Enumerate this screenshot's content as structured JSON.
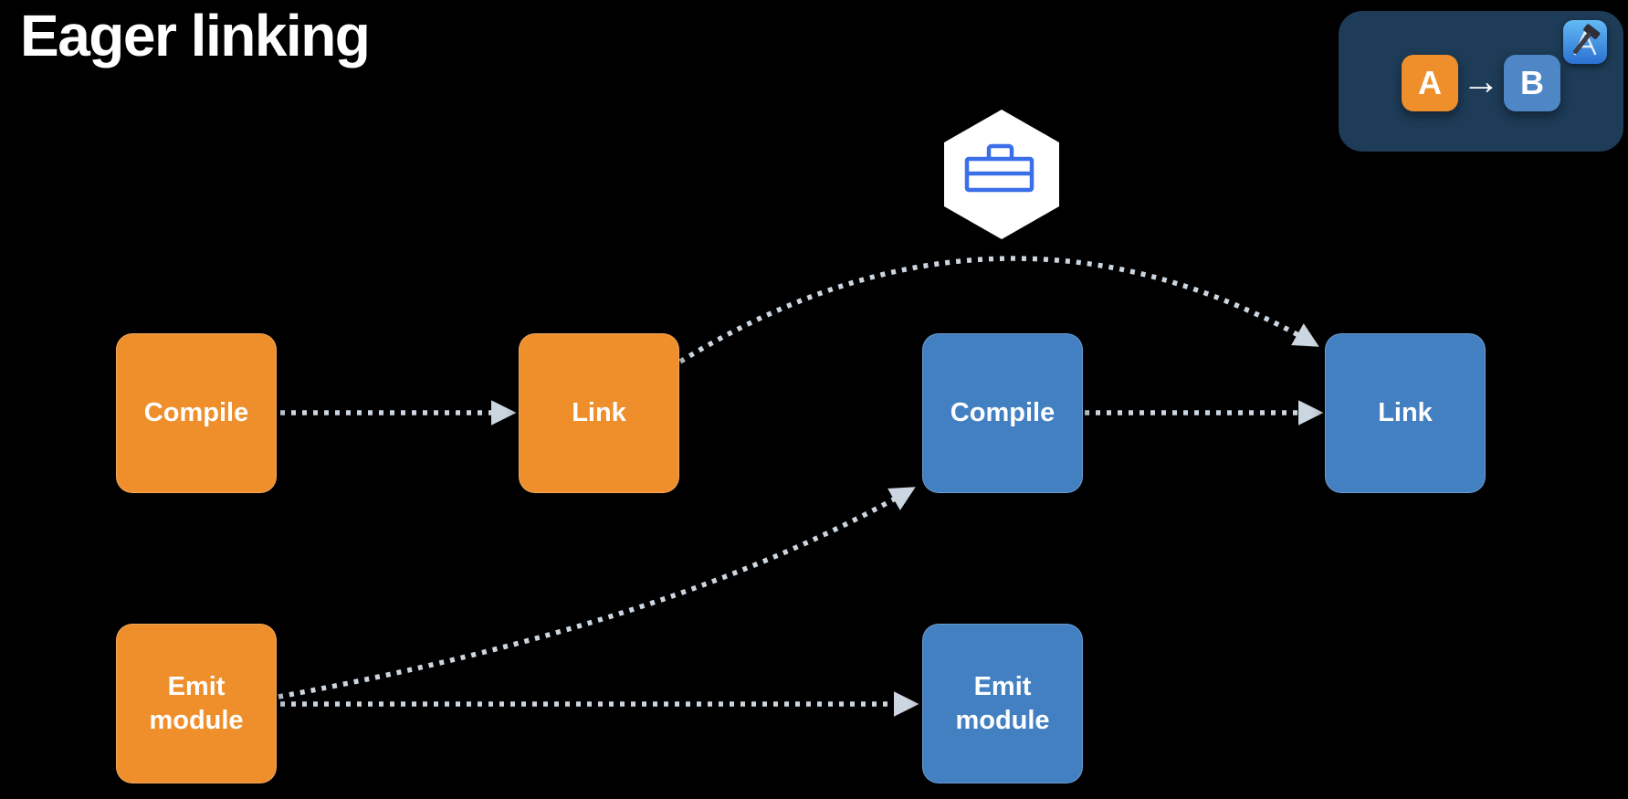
{
  "title": "Eager linking",
  "legend": {
    "module_a_label": "A",
    "arrow_glyph": "→",
    "module_b_label": "B",
    "xcode_icon": "xcode-app-icon"
  },
  "nodes": [
    {
      "id": "compile-a",
      "label": "Compile",
      "target": "A",
      "color": "#EF8F2C"
    },
    {
      "id": "link-a",
      "label": "Link",
      "target": "A",
      "color": "#EF8F2C"
    },
    {
      "id": "compile-b",
      "label": "Compile",
      "target": "B",
      "color": "#4280C2"
    },
    {
      "id": "link-b",
      "label": "Link",
      "target": "B",
      "color": "#4280C2"
    },
    {
      "id": "emit-module-a",
      "label": "Emit\nmodule",
      "target": "A",
      "color": "#EF8F2C"
    },
    {
      "id": "emit-module-b",
      "label": "Emit\nmodule",
      "target": "B",
      "color": "#4280C2"
    }
  ],
  "edges": [
    {
      "from": "compile-a",
      "to": "link-a",
      "style": "dotted-arrow"
    },
    {
      "from": "link-a",
      "to": "link-b",
      "style": "dotted-arc",
      "via": "briefcase-badge"
    },
    {
      "from": "compile-b",
      "to": "link-b",
      "style": "dotted-arrow"
    },
    {
      "from": "emit-module-a",
      "to": "compile-b",
      "style": "dotted-curve"
    },
    {
      "from": "emit-module-a",
      "to": "emit-module-b",
      "style": "dotted-arrow"
    }
  ],
  "badge": {
    "shape": "hexagon",
    "icon": "briefcase-icon",
    "fill": "#FFFFFF",
    "icon_color": "#3A6FE8"
  },
  "colors": {
    "background": "#000000",
    "target_a_orange": "#EF8F2C",
    "target_b_blue": "#4280C2",
    "legend_panel_navy": "#1E3C58",
    "legend_b_blue": "#4E86C6",
    "arrow_gray": "#CBD6E0",
    "title_text": "#FFFFFF"
  }
}
